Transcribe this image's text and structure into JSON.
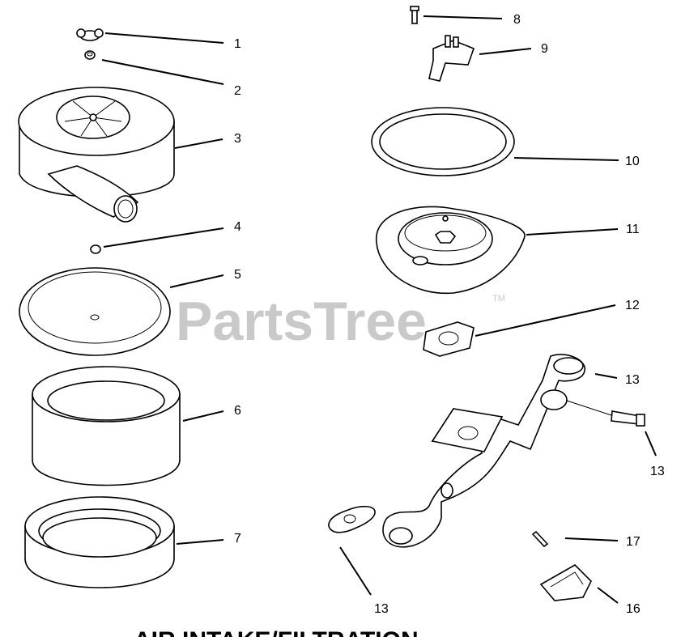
{
  "watermark": {
    "text": "PartsTree",
    "trademark": "TM"
  },
  "caption": "AIR INTAKE/FILTRATION",
  "callouts": {
    "c1": "1",
    "c2": "2",
    "c3": "3",
    "c4": "4",
    "c5": "5",
    "c6": "6",
    "c7": "7",
    "c8": "8",
    "c9": "9",
    "c10": "10",
    "c11": "11",
    "c12": "12",
    "c13a": "13",
    "c13b": "13",
    "c13c": "13",
    "c16": "16",
    "c17": "17"
  }
}
